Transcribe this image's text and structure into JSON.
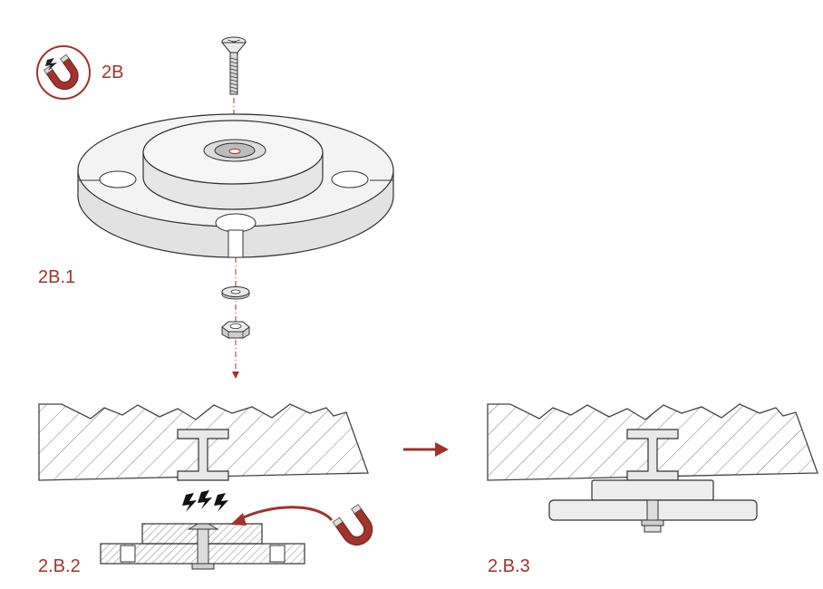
{
  "header": {
    "section_label": "2B"
  },
  "steps": [
    {
      "label": "2B.1"
    },
    {
      "label": "2.B.2"
    },
    {
      "label": "2.B.3"
    }
  ],
  "colors": {
    "accent": "#a0332c",
    "line": "#3a3a3a",
    "metal_light": "#f0f0f0",
    "metal_side": "#e0e0e0"
  },
  "icons": [
    "magnet-icon",
    "lightning-icon",
    "arrow-right-icon",
    "screw-icon",
    "washer-icon",
    "nut-icon"
  ]
}
